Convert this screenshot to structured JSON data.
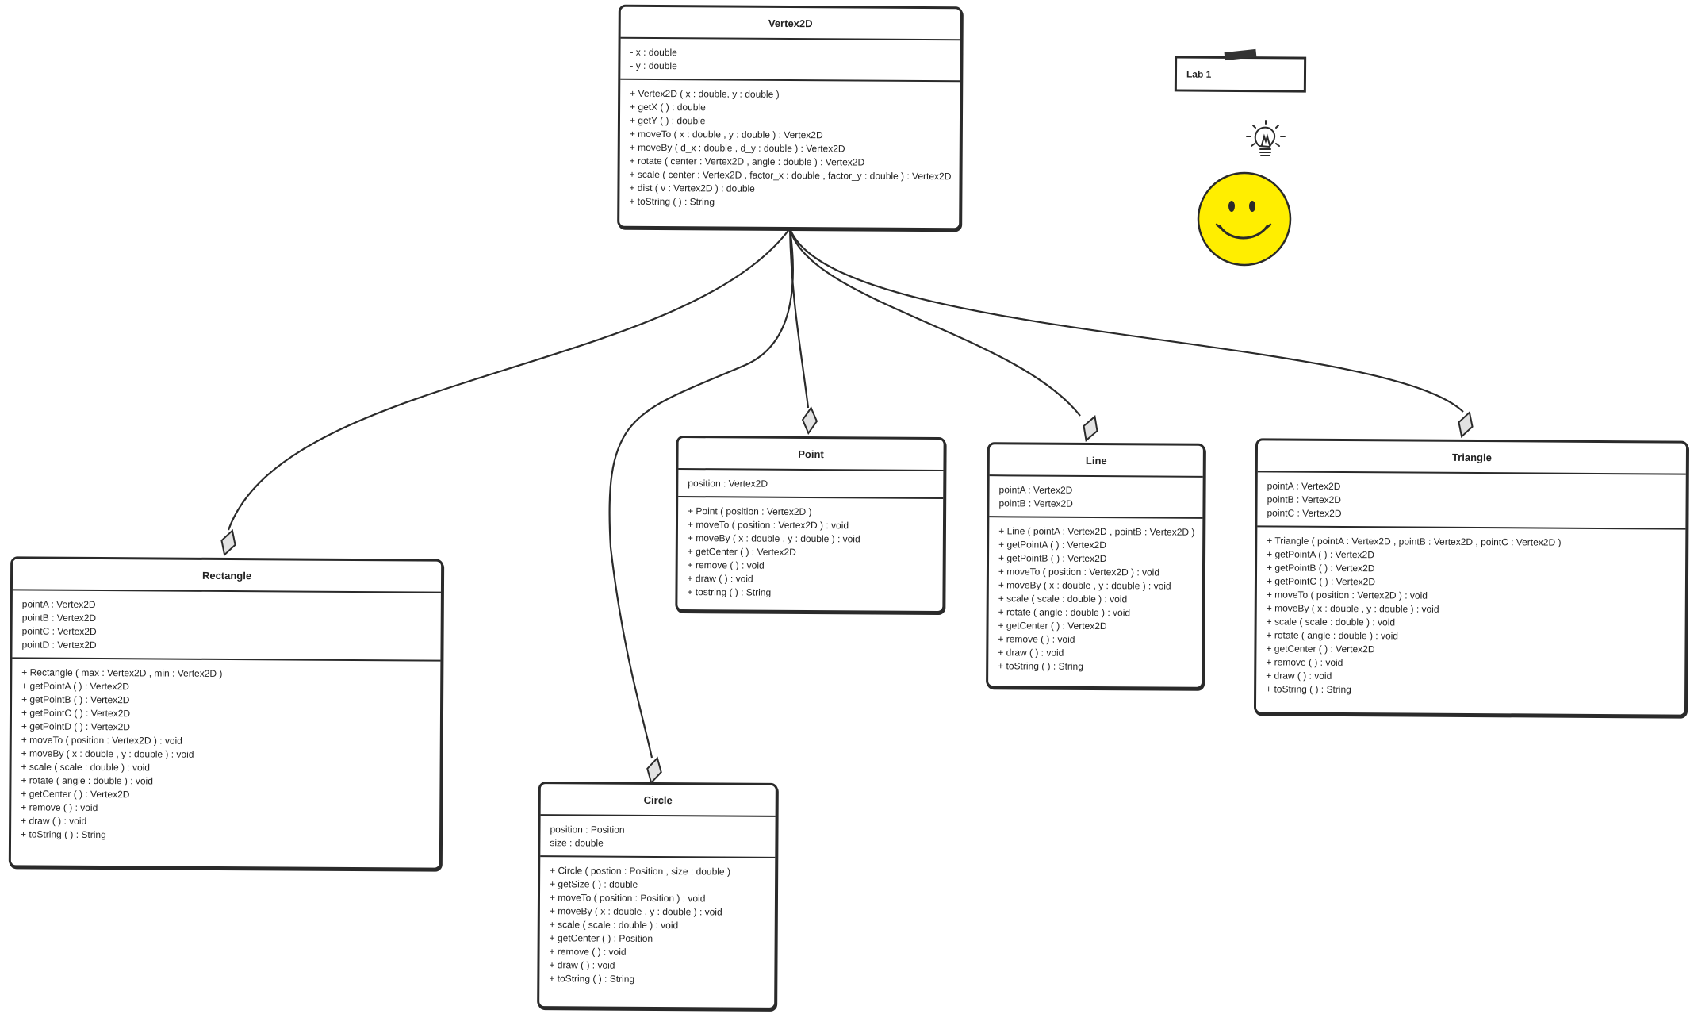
{
  "classes": {
    "vertex2d": {
      "name": "Vertex2D",
      "attributes": [
        "- x : double",
        "- y : double"
      ],
      "operations": [
        "+ Vertex2D ( x : double, y : double )",
        "+ getX ( ) : double",
        "+ getY ( ) : double",
        "+ moveTo ( x : double , y : double ) : Vertex2D",
        "+ moveBy ( d_x : double , d_y : double ) : Vertex2D",
        "+ rotate ( center : Vertex2D , angle : double ) : Vertex2D",
        "+ scale ( center : Vertex2D , factor_x : double , factor_y : double ) : Vertex2D",
        "+ dist ( v : Vertex2D ) : double",
        "+ toString ( ) : String"
      ]
    },
    "point": {
      "name": "Point",
      "attributes": [
        "position : Vertex2D"
      ],
      "operations": [
        "+ Point ( position : Vertex2D )",
        "+ moveTo ( position : Vertex2D ) : void",
        "+ moveBy ( x : double , y : double ) : void",
        "+ getCenter ( ) : Vertex2D",
        "+ remove ( ) : void",
        "+ draw ( ) : void",
        "+ tostring ( ) : String"
      ]
    },
    "line": {
      "name": "Line",
      "attributes": [
        "pointA : Vertex2D",
        "pointB : Vertex2D"
      ],
      "operations": [
        "+ Line ( pointA : Vertex2D , pointB : Vertex2D )",
        "+ getPointA ( ) : Vertex2D",
        "+ getPointB ( ) : Vertex2D",
        "+ moveTo ( position : Vertex2D ) : void",
        "+ moveBy ( x : double , y : double ) : void",
        "+ scale ( scale : double ) : void",
        "+ rotate ( angle : double ) : void",
        "+ getCenter ( ) : Vertex2D",
        "+ remove ( ) : void",
        "+ draw ( ) : void",
        "+ toString ( ) : String"
      ]
    },
    "triangle": {
      "name": "Triangle",
      "attributes": [
        "pointA : Vertex2D",
        "pointB : Vertex2D",
        "pointC : Vertex2D"
      ],
      "operations": [
        "+ Triangle ( pointA : Vertex2D , pointB : Vertex2D , pointC : Vertex2D )",
        "+ getPointA ( ) : Vertex2D",
        "+ getPointB ( ) : Vertex2D",
        "+ getPointC ( ) : Vertex2D",
        "+ moveTo ( position : Vertex2D ) : void",
        "+ moveBy ( x : double , y : double ) : void",
        "+ scale ( scale : double ) : void",
        "+ rotate ( angle : double ) : void",
        "+ getCenter ( ) : Vertex2D",
        "+ remove ( ) : void",
        "+ draw ( ) : void",
        "+ toString ( ) : String"
      ]
    },
    "rectangle": {
      "name": "Rectangle",
      "attributes": [
        "pointA : Vertex2D",
        "pointB : Vertex2D",
        "pointC : Vertex2D",
        "pointD : Vertex2D"
      ],
      "operations": [
        "+ Rectangle ( max : Vertex2D , min : Vertex2D )",
        "+ getPointA ( ) : Vertex2D",
        "+ getPointB ( ) : Vertex2D",
        "+ getPointC ( ) : Vertex2D",
        "+ getPointD ( ) : Vertex2D",
        "+ moveTo ( position : Vertex2D ) : void",
        "+ moveBy ( x : double , y : double ) : void",
        "+ scale ( scale : double ) : void",
        "+ rotate ( angle : double ) : void",
        "+ getCenter ( ) : Vertex2D",
        "+ remove ( ) : void",
        "+ draw ( ) : void",
        "+ toString ( ) : String"
      ]
    },
    "circle": {
      "name": "Circle",
      "attributes": [
        "position : Position",
        "size : double"
      ],
      "operations": [
        "+ Circle ( postion : Position , size : double )",
        "+ getSize ( ) : double",
        "+ moveTo ( position : Position ) : void",
        "+ moveBy ( x : double , y : double ) : void",
        "+ scale ( scale : double ) : void",
        "+ getCenter ( ) : Position",
        "+ remove ( ) : void",
        "+ draw ( ) : void",
        "+ toString ( ) : String"
      ]
    }
  },
  "relations": [
    {
      "from": "rectangle",
      "to": "vertex2d",
      "kind": "aggregation"
    },
    {
      "from": "circle",
      "to": "vertex2d",
      "kind": "aggregation"
    },
    {
      "from": "point",
      "to": "vertex2d",
      "kind": "aggregation"
    },
    {
      "from": "line",
      "to": "vertex2d",
      "kind": "aggregation"
    },
    {
      "from": "triangle",
      "to": "vertex2d",
      "kind": "aggregation"
    }
  ],
  "note": {
    "label": "Lab 1"
  },
  "decorations": {
    "smiley_color": "#ffee00",
    "icons": [
      "lightbulb-icon",
      "smiley-face-icon"
    ]
  }
}
